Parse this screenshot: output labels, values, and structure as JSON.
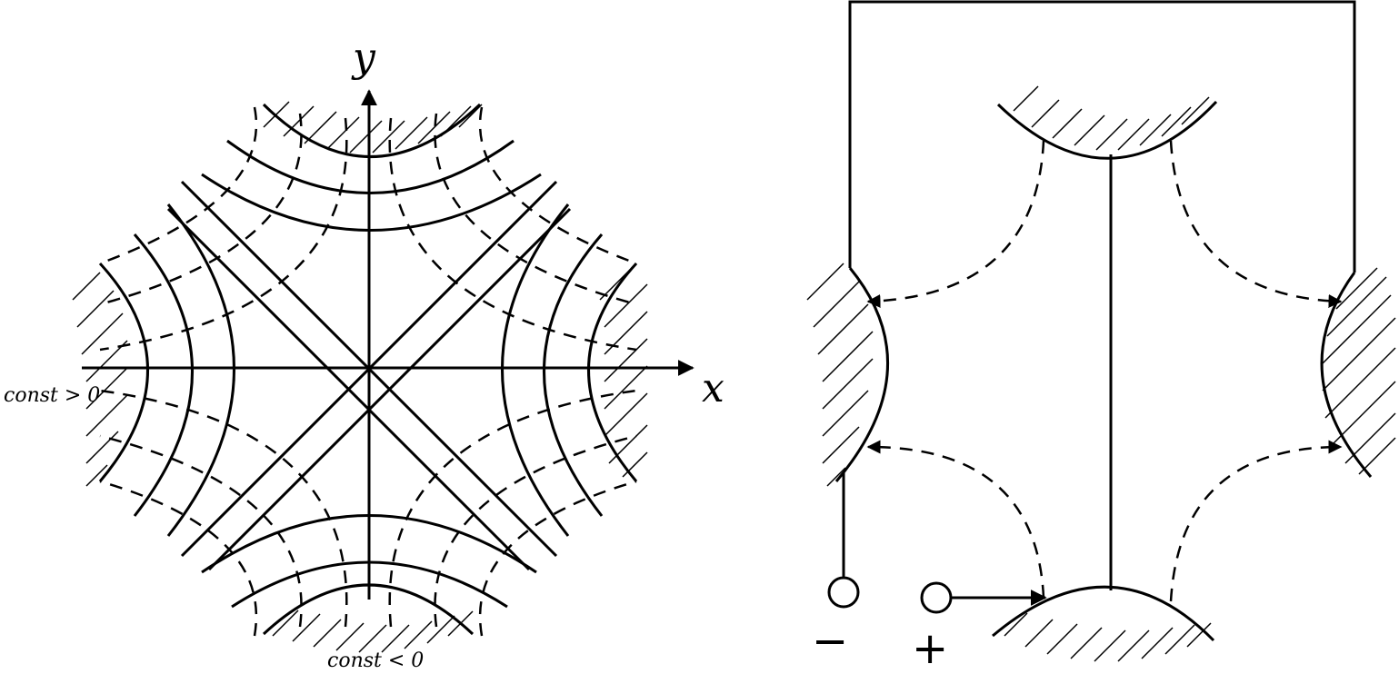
{
  "left_diagram": {
    "axis_x": "x",
    "axis_y": "y",
    "const_positive": "const > 0",
    "const_negative": "const < 0"
  },
  "right_diagram": {
    "terminal_minus": "−",
    "terminal_plus": "+"
  },
  "colors": {
    "ink": "#000000",
    "background": "#ffffff"
  }
}
